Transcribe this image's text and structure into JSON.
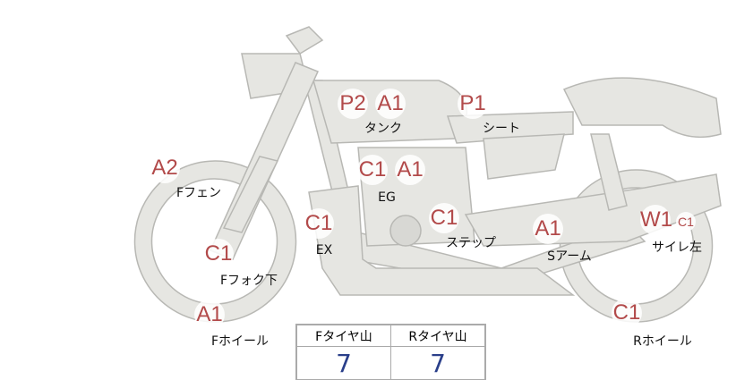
{
  "parts": [
    {
      "name": "tank",
      "label": "タンク",
      "codes": [
        "P2",
        "A1"
      ]
    },
    {
      "name": "seat",
      "label": "シート",
      "codes": [
        "P1"
      ]
    },
    {
      "name": "front-fender",
      "label": "Fフェン",
      "codes": [
        "A2"
      ]
    },
    {
      "name": "engine",
      "label": "EG",
      "codes": [
        "C1",
        "A1"
      ]
    },
    {
      "name": "exhaust",
      "label": "EX",
      "codes": [
        "C1"
      ]
    },
    {
      "name": "step",
      "label": "ステップ",
      "codes": [
        "C1"
      ]
    },
    {
      "name": "swing-arm",
      "label": "Sアーム",
      "codes": [
        "A1"
      ]
    },
    {
      "name": "silencer-left",
      "label": "サイレ左",
      "codes": [
        "W1",
        "C1"
      ]
    },
    {
      "name": "front-fork-lower",
      "label": "Fフォク下",
      "codes": [
        "C1"
      ]
    },
    {
      "name": "front-wheel",
      "label": "Fホイール",
      "codes": [
        "A1"
      ]
    },
    {
      "name": "rear-wheel",
      "label": "Rホイール",
      "codes": [
        "C1"
      ]
    }
  ],
  "tire_table": {
    "headers": [
      "Fタイヤ山",
      "Rタイヤ山"
    ],
    "values": [
      "7",
      "7"
    ]
  },
  "colors": {
    "code": "#b24a4a",
    "value": "#2a3f8a",
    "bike": "#e6e6e2"
  }
}
